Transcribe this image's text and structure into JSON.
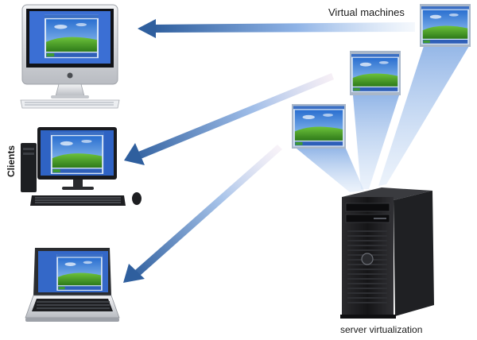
{
  "labels": {
    "virtual_machines": "Virtual machines",
    "clients": "Clients",
    "server": "server virtualization"
  },
  "colors": {
    "arrow_dark": "#2f5f9e",
    "arrow_light": "#dbe8f7",
    "beam": "#8fb3e6",
    "sky": "#3a7fd9",
    "grass": "#4e9a2a",
    "server_body": "#1b1b1d",
    "silver": "#c9ccd1"
  },
  "icons": {
    "desktop_client": "imac-icon",
    "pc_client": "desktop-pc-icon",
    "laptop_client": "laptop-icon",
    "server": "tower-server-icon",
    "vm": "vm-window-icon"
  }
}
